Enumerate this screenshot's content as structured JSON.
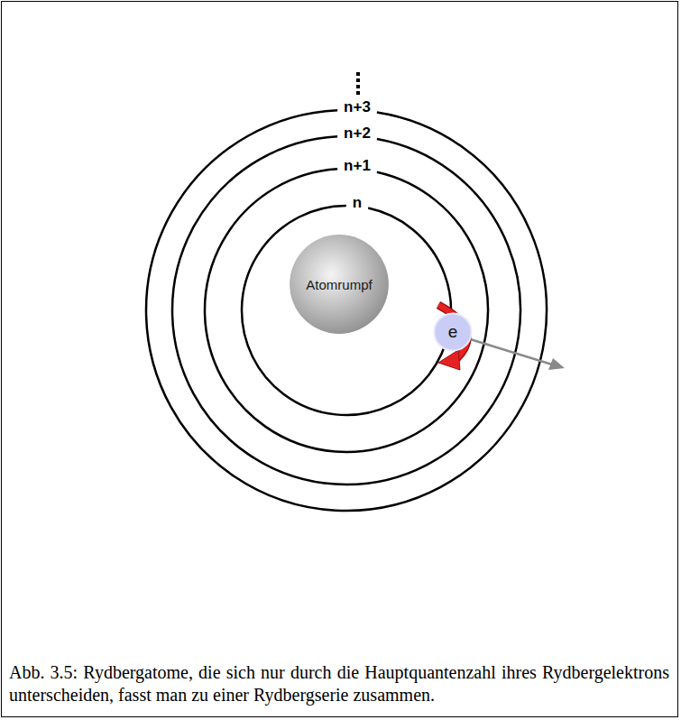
{
  "diagram": {
    "caption": "Abb. 3.5: Rydbergatome, die sich nur durch die Hauptquantenzahl ihres Rydbergelektrons unterscheiden, fasst man zu einer Rydbergserie zusammen.",
    "nodes": [
      {
        "text": [
          "Atomrumpf"
        ]
      },
      {
        "text": [
          "e"
        ]
      }
    ],
    "labels": [
      "n+3",
      "n+2",
      "n+1",
      "n"
    ]
  }
}
